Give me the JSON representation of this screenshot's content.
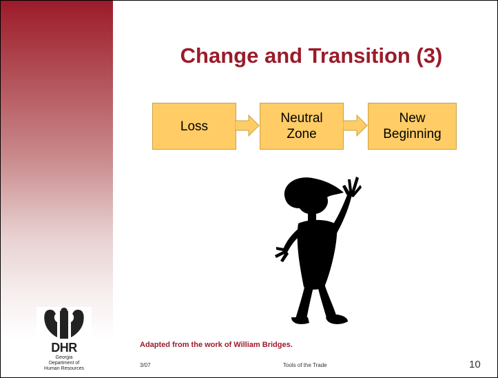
{
  "slide": {
    "title": "Change and Transition (3)",
    "flow": [
      {
        "line1": "Loss",
        "line2": ""
      },
      {
        "line1": "Neutral",
        "line2": "Zone"
      },
      {
        "line1": "New",
        "line2": "Beginning"
      }
    ],
    "attribution": "Adapted from the work of William Bridges.",
    "footer": {
      "date": "3/07",
      "center": "Tools of the Trade",
      "page_number": "10"
    }
  },
  "logo": {
    "acronym": "DHR",
    "line1": "Georgia",
    "line2": "Department of",
    "line3": "Human Resources"
  },
  "colors": {
    "accent": "#9b1b2a",
    "box_fill": "#ffcc66",
    "box_border": "#c9a243",
    "silhouette": "#000000"
  },
  "icons": {
    "figure": "waving-person-silhouette",
    "arrow": "block-arrow-right",
    "logo": "dhr-logo"
  }
}
